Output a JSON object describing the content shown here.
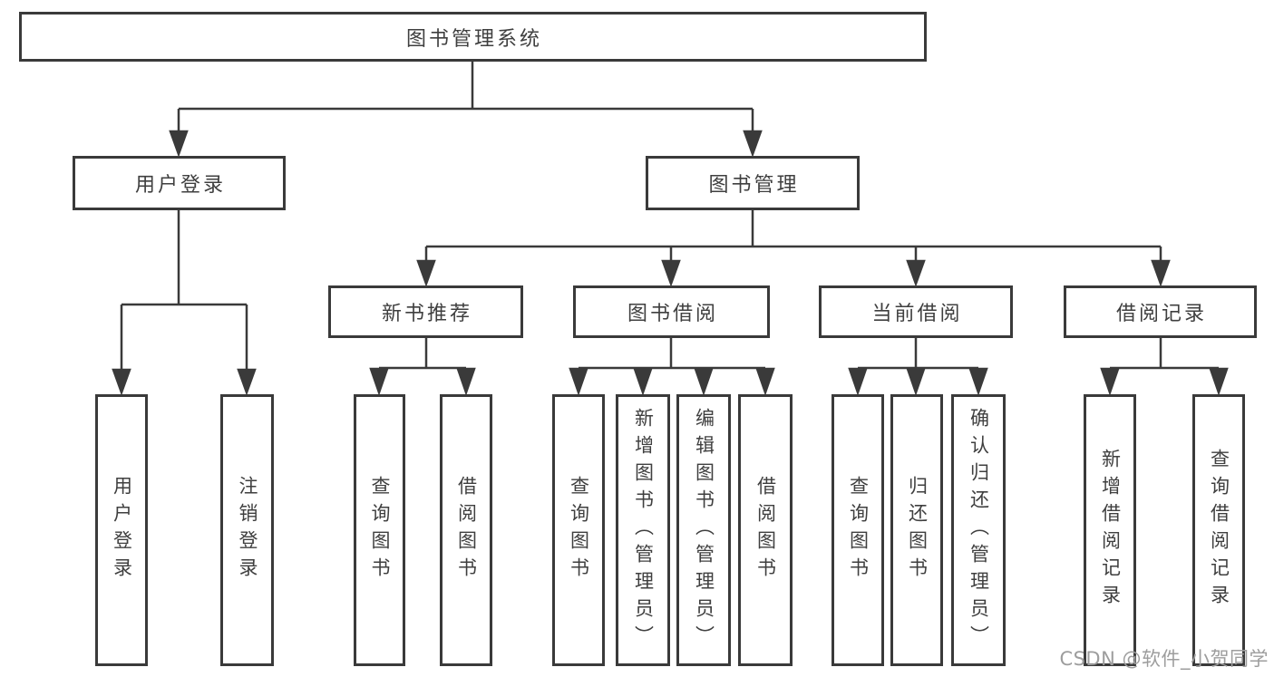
{
  "diagram": {
    "root": "图书管理系统",
    "user_login": {
      "label": "用户登录",
      "children": [
        "用户登录",
        "注销登录"
      ]
    },
    "book_management": {
      "label": "图书管理",
      "sections": {
        "new_book_recommendation": {
          "label": "新书推荐",
          "children": [
            "查询图书",
            "借阅图书"
          ]
        },
        "book_borrowing": {
          "label": "图书借阅",
          "children": [
            "查询图书",
            "新增图书（管理员）",
            "编辑图书（管理员）",
            "借阅图书"
          ]
        },
        "current_borrowing": {
          "label": "当前借阅",
          "children": [
            "查询图书",
            "归还图书",
            "确认归还（管理员）"
          ]
        },
        "borrowing_records": {
          "label": "借阅记录",
          "children": [
            "新增借阅记录",
            "查询借阅记录"
          ]
        }
      }
    }
  },
  "watermark": "CSDN @软件_小贺同学",
  "colors": {
    "line": "#3a3a3a",
    "text": "#3f3f3f",
    "background": "#ffffff",
    "watermark": "#9d9d9d"
  }
}
